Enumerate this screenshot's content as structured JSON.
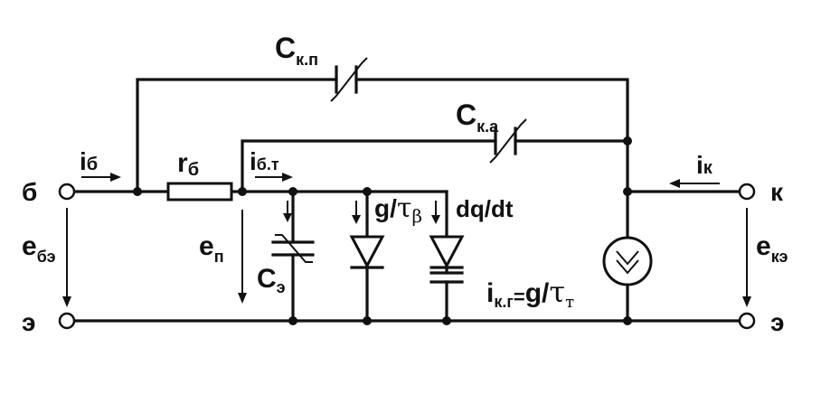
{
  "labels": {
    "base_terminal": "б",
    "emitter_terminal_left": "э",
    "emitter_terminal_right": "э",
    "collector_terminal": "к",
    "i_b": "i",
    "i_b_sub": "б",
    "r_b": "r",
    "r_b_sub": "б",
    "i_bt": "i",
    "i_bt_sub": "б.т",
    "c_kp": "C",
    "c_kp_sub": "к.п",
    "c_ka": "C",
    "c_ka_sub": "к.а",
    "c_e": "C",
    "c_e_sub": "э",
    "e_be": "e",
    "e_be_sub": "бэ",
    "e_p": "e",
    "e_p_sub": "п",
    "e_ke": "e",
    "e_ke_sub": "кэ",
    "i_k": "i",
    "i_k_sub": "к",
    "g_tau_beta_num": "g/",
    "g_tau_beta_tau": "τ",
    "g_tau_beta_sub": "β",
    "dqdt": "dq/dt",
    "i_kg": "i",
    "i_kg_sub": "к.г",
    "i_kg_eq": "=",
    "i_kg_num": "g/",
    "i_kg_tau": "τ",
    "i_kg_tau_sub": "т"
  }
}
